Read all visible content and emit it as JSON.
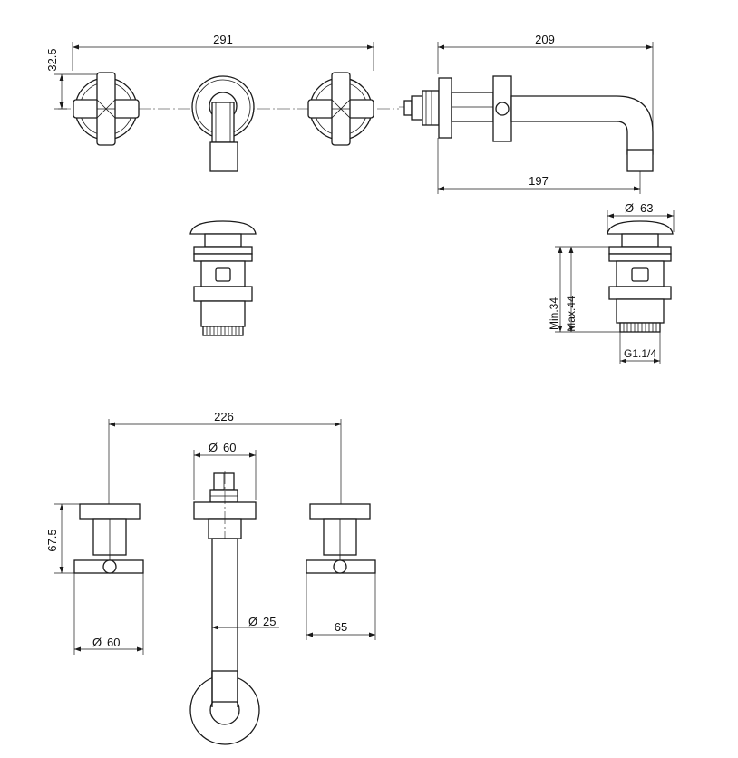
{
  "dimensions": {
    "top_overall_width": "291",
    "top_height_offset": "32.5",
    "side_projection": "209",
    "side_spout_reach": "197",
    "waste_diameter": "63",
    "waste_min": "Min.34",
    "waste_max": "Max.44",
    "waste_thread": "G1.1/4",
    "plan_centres": "226",
    "plan_spout_rosette": "60",
    "plan_handle_depth": "67.5",
    "plan_handle_diameter": "60",
    "plan_spout_diameter": "25",
    "plan_handle_width": "65"
  },
  "symbols": {
    "diameter": "Ø"
  }
}
